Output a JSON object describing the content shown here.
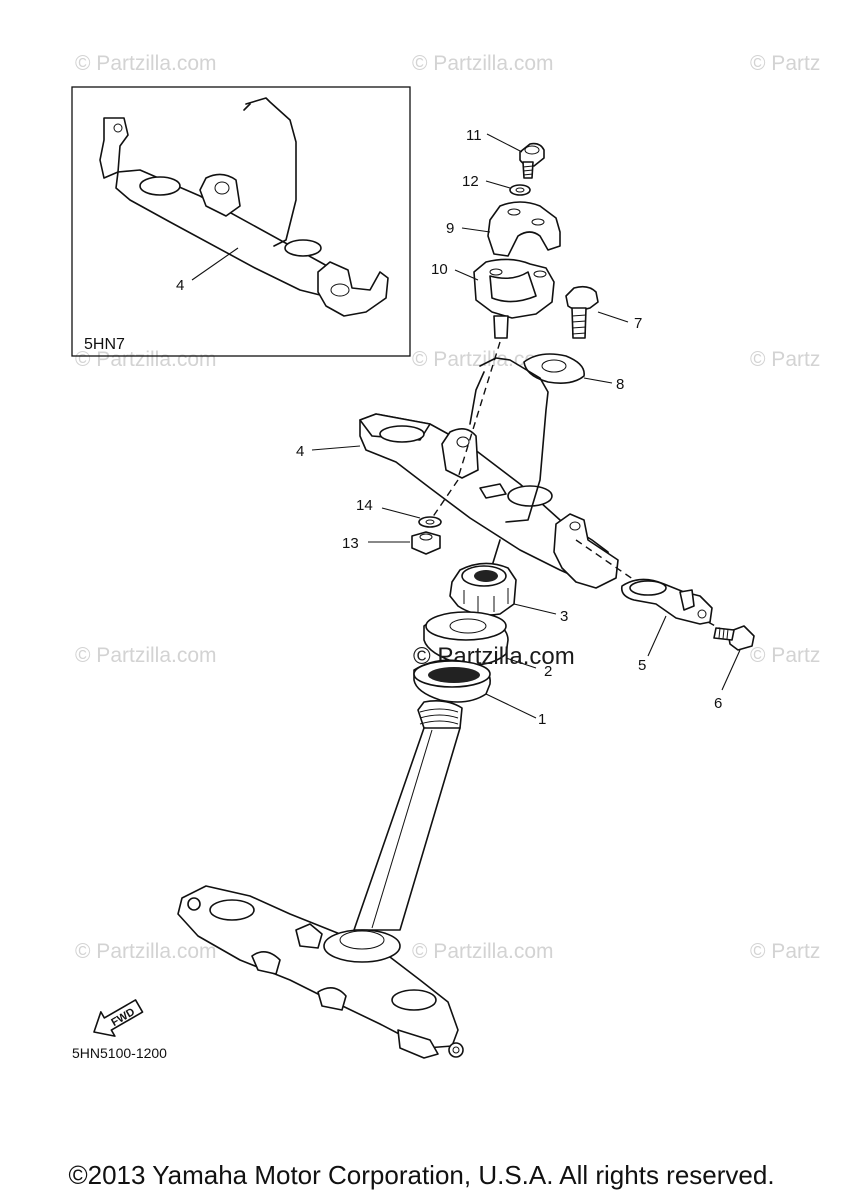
{
  "watermark": {
    "text": "© Partzilla.com",
    "text_clipped": "© Partz",
    "center_text": "© Partzilla.com"
  },
  "inset": {
    "label": "5HN7",
    "callout": "4"
  },
  "callouts": {
    "c1": "1",
    "c2": "2",
    "c3": "3",
    "c4": "4",
    "c5": "5",
    "c6": "6",
    "c7": "7",
    "c8": "8",
    "c9": "9",
    "c10": "10",
    "c11": "11",
    "c12": "12",
    "c13": "13",
    "c14": "14"
  },
  "fwd_label": "FWD",
  "diagram_code": "5HN5100-1200",
  "copyright": "©2013 Yamaha Motor Corporation, U.S.A. All rights reserved."
}
